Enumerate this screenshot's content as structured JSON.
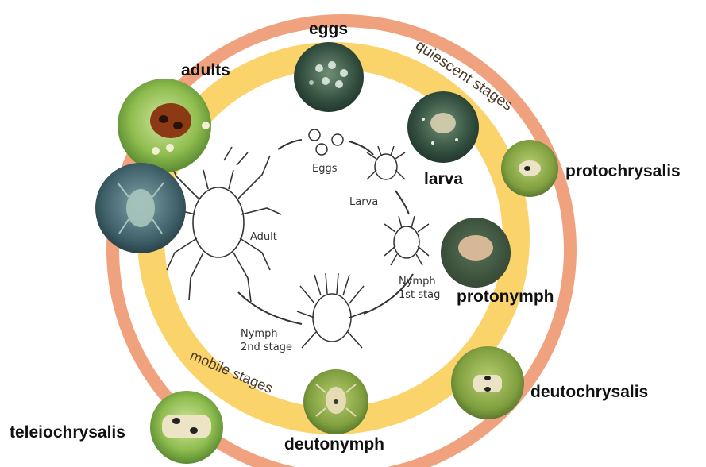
{
  "diagram": {
    "outer_ring_label": "quiescent stages",
    "inner_ring_label": "mobile stages",
    "stages": {
      "eggs": "eggs",
      "larva": "larva",
      "protochrysalis": "protochrysalis",
      "protonymph": "protonymph",
      "deutochrysalis": "deutochrysalis",
      "deutonymph": "deutonymph",
      "teleiochrysalis": "teleiochrysalis",
      "adults": "adults"
    },
    "sketch_labels": {
      "eggs": "Eggs",
      "larva": "Larva",
      "adult": "Adult",
      "nymph1_line1": "Nymph",
      "nymph1_line2": "1st stag",
      "nymph2_line1": "Nymph",
      "nymph2_line2": "2nd stage"
    }
  },
  "colors": {
    "outer_ring": "#f0a17e",
    "inner_ring": "#fbd36b",
    "leaf_green": "#8fae4f",
    "dark_leaf": "#3b5a3a",
    "text": "#111111"
  }
}
